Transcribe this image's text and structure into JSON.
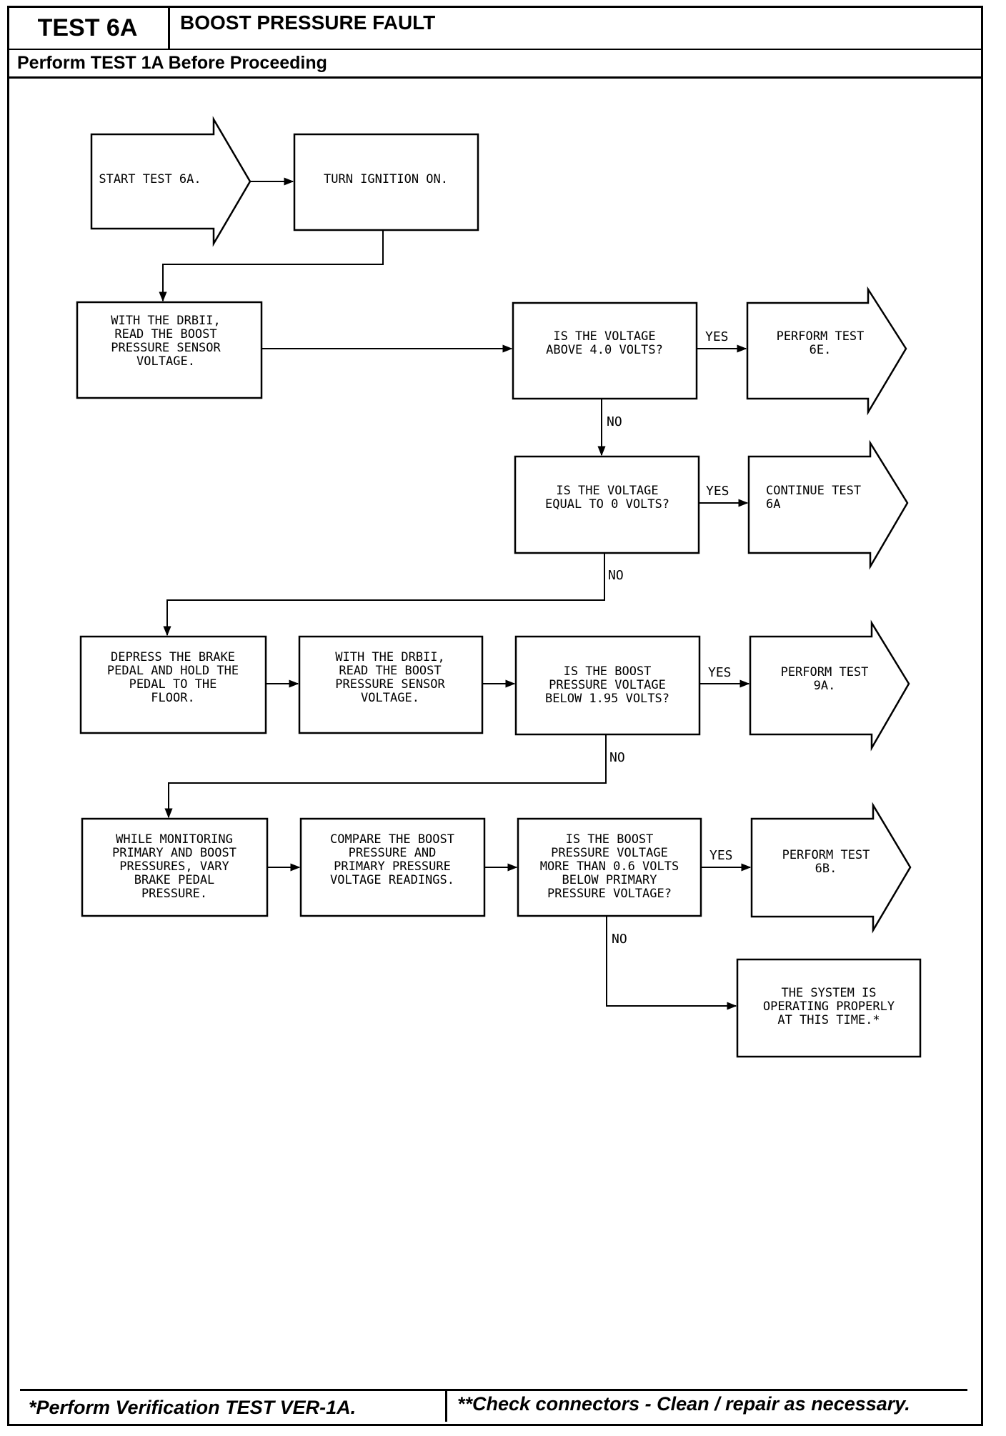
{
  "header": {
    "test_id": "TEST 6A",
    "test_title": "BOOST PRESSURE FAULT",
    "prerequisite": "Perform TEST 1A Before Proceeding"
  },
  "footer": {
    "left_note": "*Perform Verification TEST VER-1A.",
    "right_note": "**Check connectors - Clean / repair as necessary."
  },
  "flow": {
    "start": [
      "START TEST 6A."
    ],
    "ignition": [
      "TURN IGNITION ON."
    ],
    "read_voltage": [
      "WITH THE DRBII,",
      "READ THE BOOST",
      "PRESSURE SENSOR",
      "VOLTAGE."
    ],
    "q_above_4": [
      "IS THE VOLTAGE",
      "ABOVE 4.0 VOLTS?"
    ],
    "perform_6e": [
      "PERFORM TEST",
      "6E."
    ],
    "q_equal_0": [
      "IS THE VOLTAGE",
      "EQUAL TO 0 VOLTS?"
    ],
    "continue_6a": [
      "CONTINUE TEST",
      "6A"
    ],
    "depress_brake": [
      "DEPRESS THE BRAKE",
      "PEDAL AND HOLD THE",
      "PEDAL TO THE",
      "FLOOR."
    ],
    "read_voltage_2": [
      "WITH THE DRBII,",
      "READ THE BOOST",
      "PRESSURE SENSOR",
      "VOLTAGE."
    ],
    "q_below_195": [
      "IS THE BOOST",
      "PRESSURE VOLTAGE",
      "BELOW 1.95 VOLTS?"
    ],
    "perform_9a": [
      "PERFORM TEST",
      "9A."
    ],
    "monitor": [
      "WHILE MONITORING",
      "PRIMARY AND BOOST",
      "PRESSURES, VARY",
      "BRAKE PEDAL",
      "PRESSURE."
    ],
    "compare": [
      "COMPARE THE BOOST",
      "PRESSURE AND",
      "PRIMARY PRESSURE",
      "VOLTAGE READINGS."
    ],
    "q_more_06": [
      "IS THE BOOST",
      "PRESSURE VOLTAGE",
      "MORE THAN 0.6 VOLTS",
      "BELOW PRIMARY",
      "PRESSURE VOLTAGE?"
    ],
    "perform_6b": [
      "PERFORM TEST",
      "6B."
    ],
    "system_ok": [
      "THE SYSTEM IS",
      "OPERATING PROPERLY",
      "AT THIS TIME.*"
    ]
  },
  "labels": {
    "yes": "YES",
    "no": "NO"
  }
}
